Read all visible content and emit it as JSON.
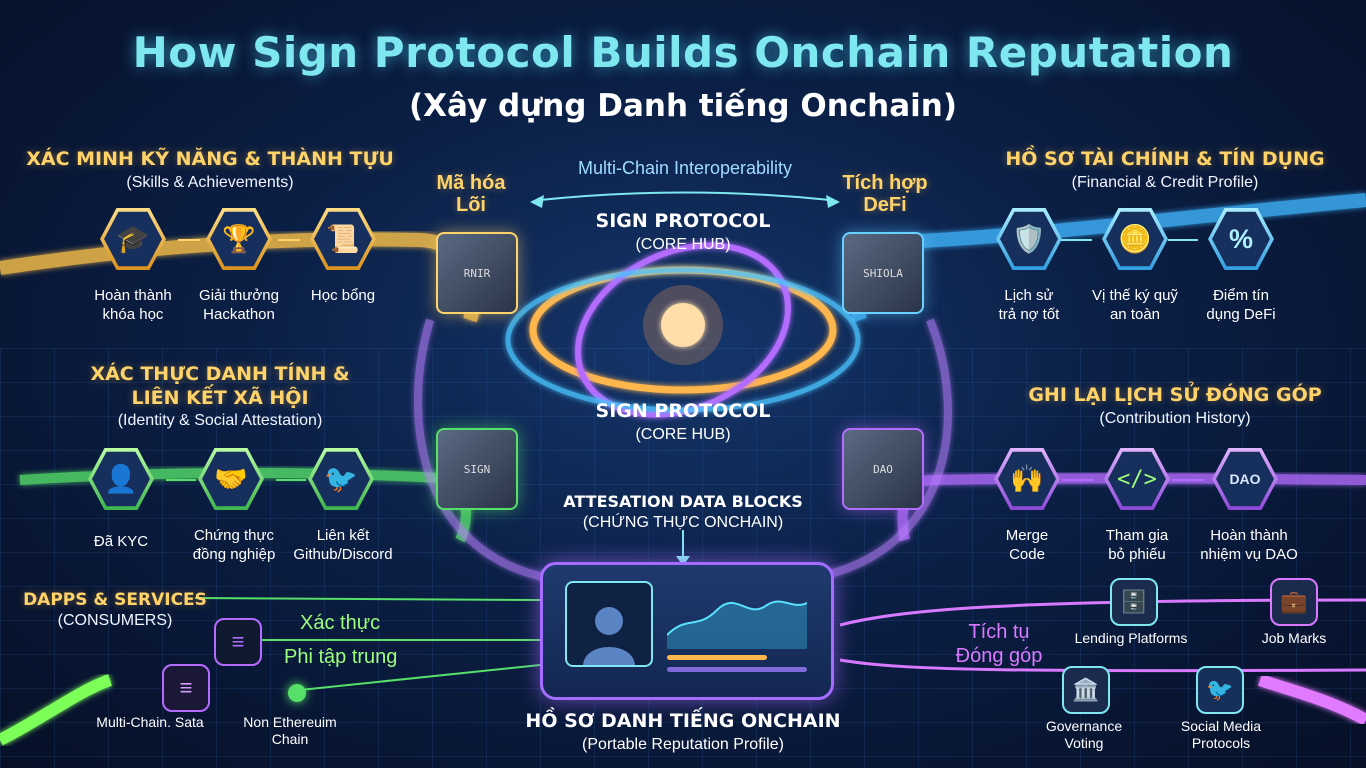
{
  "title": "How Sign Protocol Builds Onchain Reputation",
  "subtitle": "(Xây dựng Danh tiếng Onchain)",
  "multi_chain": "Multi-Chain Interoperability",
  "left_cube_label": "Mã hóa\nLõi",
  "right_cube_label": "Tích hợp\nDeFi",
  "core_top": {
    "title": "SIGN PROTOCOL",
    "sub": "(CORE HUB)"
  },
  "core_mid": {
    "title": "SIGN PROTOCOL",
    "sub": "(CORE HUB)"
  },
  "attestation": {
    "title": "ATTESATION DATA BLOCKS",
    "sub": "(CHỨNG THỰC ONCHAIN)"
  },
  "profile": {
    "title": "HỒ SƠ DANH TIẾNG ONCHAIN",
    "sub": "(Portable Reputation Profile)"
  },
  "skills": {
    "title": "XÁC MINH KỸ NĂNG & THÀNH TỰU",
    "sub": "(Skills & Achievements)",
    "items": [
      {
        "icon": "graduation-cap-icon",
        "label": "Hoàn thành\nkhóa học"
      },
      {
        "icon": "trophy-icon",
        "label": "Giải thưởng\nHackathon"
      },
      {
        "icon": "certificate-icon",
        "label": "Học bổng"
      }
    ]
  },
  "identity": {
    "title": "XÁC THỰC DANH TÍNH &\nLIÊN KẾT XÃ HỘI",
    "sub": "(Identity & Social Attestation)",
    "items": [
      {
        "icon": "user-check-icon",
        "label": "Đã KYC"
      },
      {
        "icon": "handshake-icon",
        "label": "Chứng thực\nđồng nghiệp"
      },
      {
        "icon": "social-link-icon",
        "label": "Liên kết\nGithub/Discord"
      }
    ]
  },
  "financial": {
    "title": "HỒ SƠ TÀI CHÍNH & TÍN DỤNG",
    "sub": "(Financial & Credit Profile)",
    "items": [
      {
        "icon": "shield-chart-icon",
        "label": "Lịch sử\ntrả nợ tốt"
      },
      {
        "icon": "coins-icon",
        "label": "Vị thế ký quỹ\nan toàn"
      },
      {
        "icon": "percent-icon",
        "label": "Điểm tín\ndụng DeFi"
      }
    ]
  },
  "contribution": {
    "title": "GHI LẠI LỊCH SỬ ĐÓNG GÓP",
    "sub": "(Contribution History)",
    "items": [
      {
        "icon": "hands-icon",
        "label": "Merge\nCode"
      },
      {
        "icon": "code-icon",
        "label": "Tham gia\nbỏ phiếu"
      },
      {
        "icon": "dao-icon",
        "label": "Hoàn thành\nnhiệm vụ DAO"
      }
    ]
  },
  "consumers": {
    "title": "DAPPS & SERVICES",
    "sub": "(CONSUMERS)",
    "verify": "Xác thực",
    "decentral": "Phi tập trung",
    "multi_chain_sata": "Multi-Chain. Sata",
    "non_eth": "Non Ethereuim\nChain"
  },
  "accumulate": "Tích tụ\nĐóng góp",
  "apps": [
    {
      "icon": "database-icon",
      "label": "Lending Platforms"
    },
    {
      "icon": "briefcase-icon",
      "label": "Job Marks"
    },
    {
      "icon": "bank-icon",
      "label": "Governance\nVoting"
    },
    {
      "icon": "twitter-icon",
      "label": "Social Media\nProtocols"
    }
  ],
  "cube_tags": {
    "tl": "RNIR",
    "tr": "SHIOLA",
    "bl": "SIGN",
    "br": "DAO"
  },
  "colors": {
    "gold": "#ffd36a",
    "cyan": "#7ee7f0",
    "blue": "#3fb6ff",
    "green": "#56e06a",
    "purple": "#b46cff"
  }
}
